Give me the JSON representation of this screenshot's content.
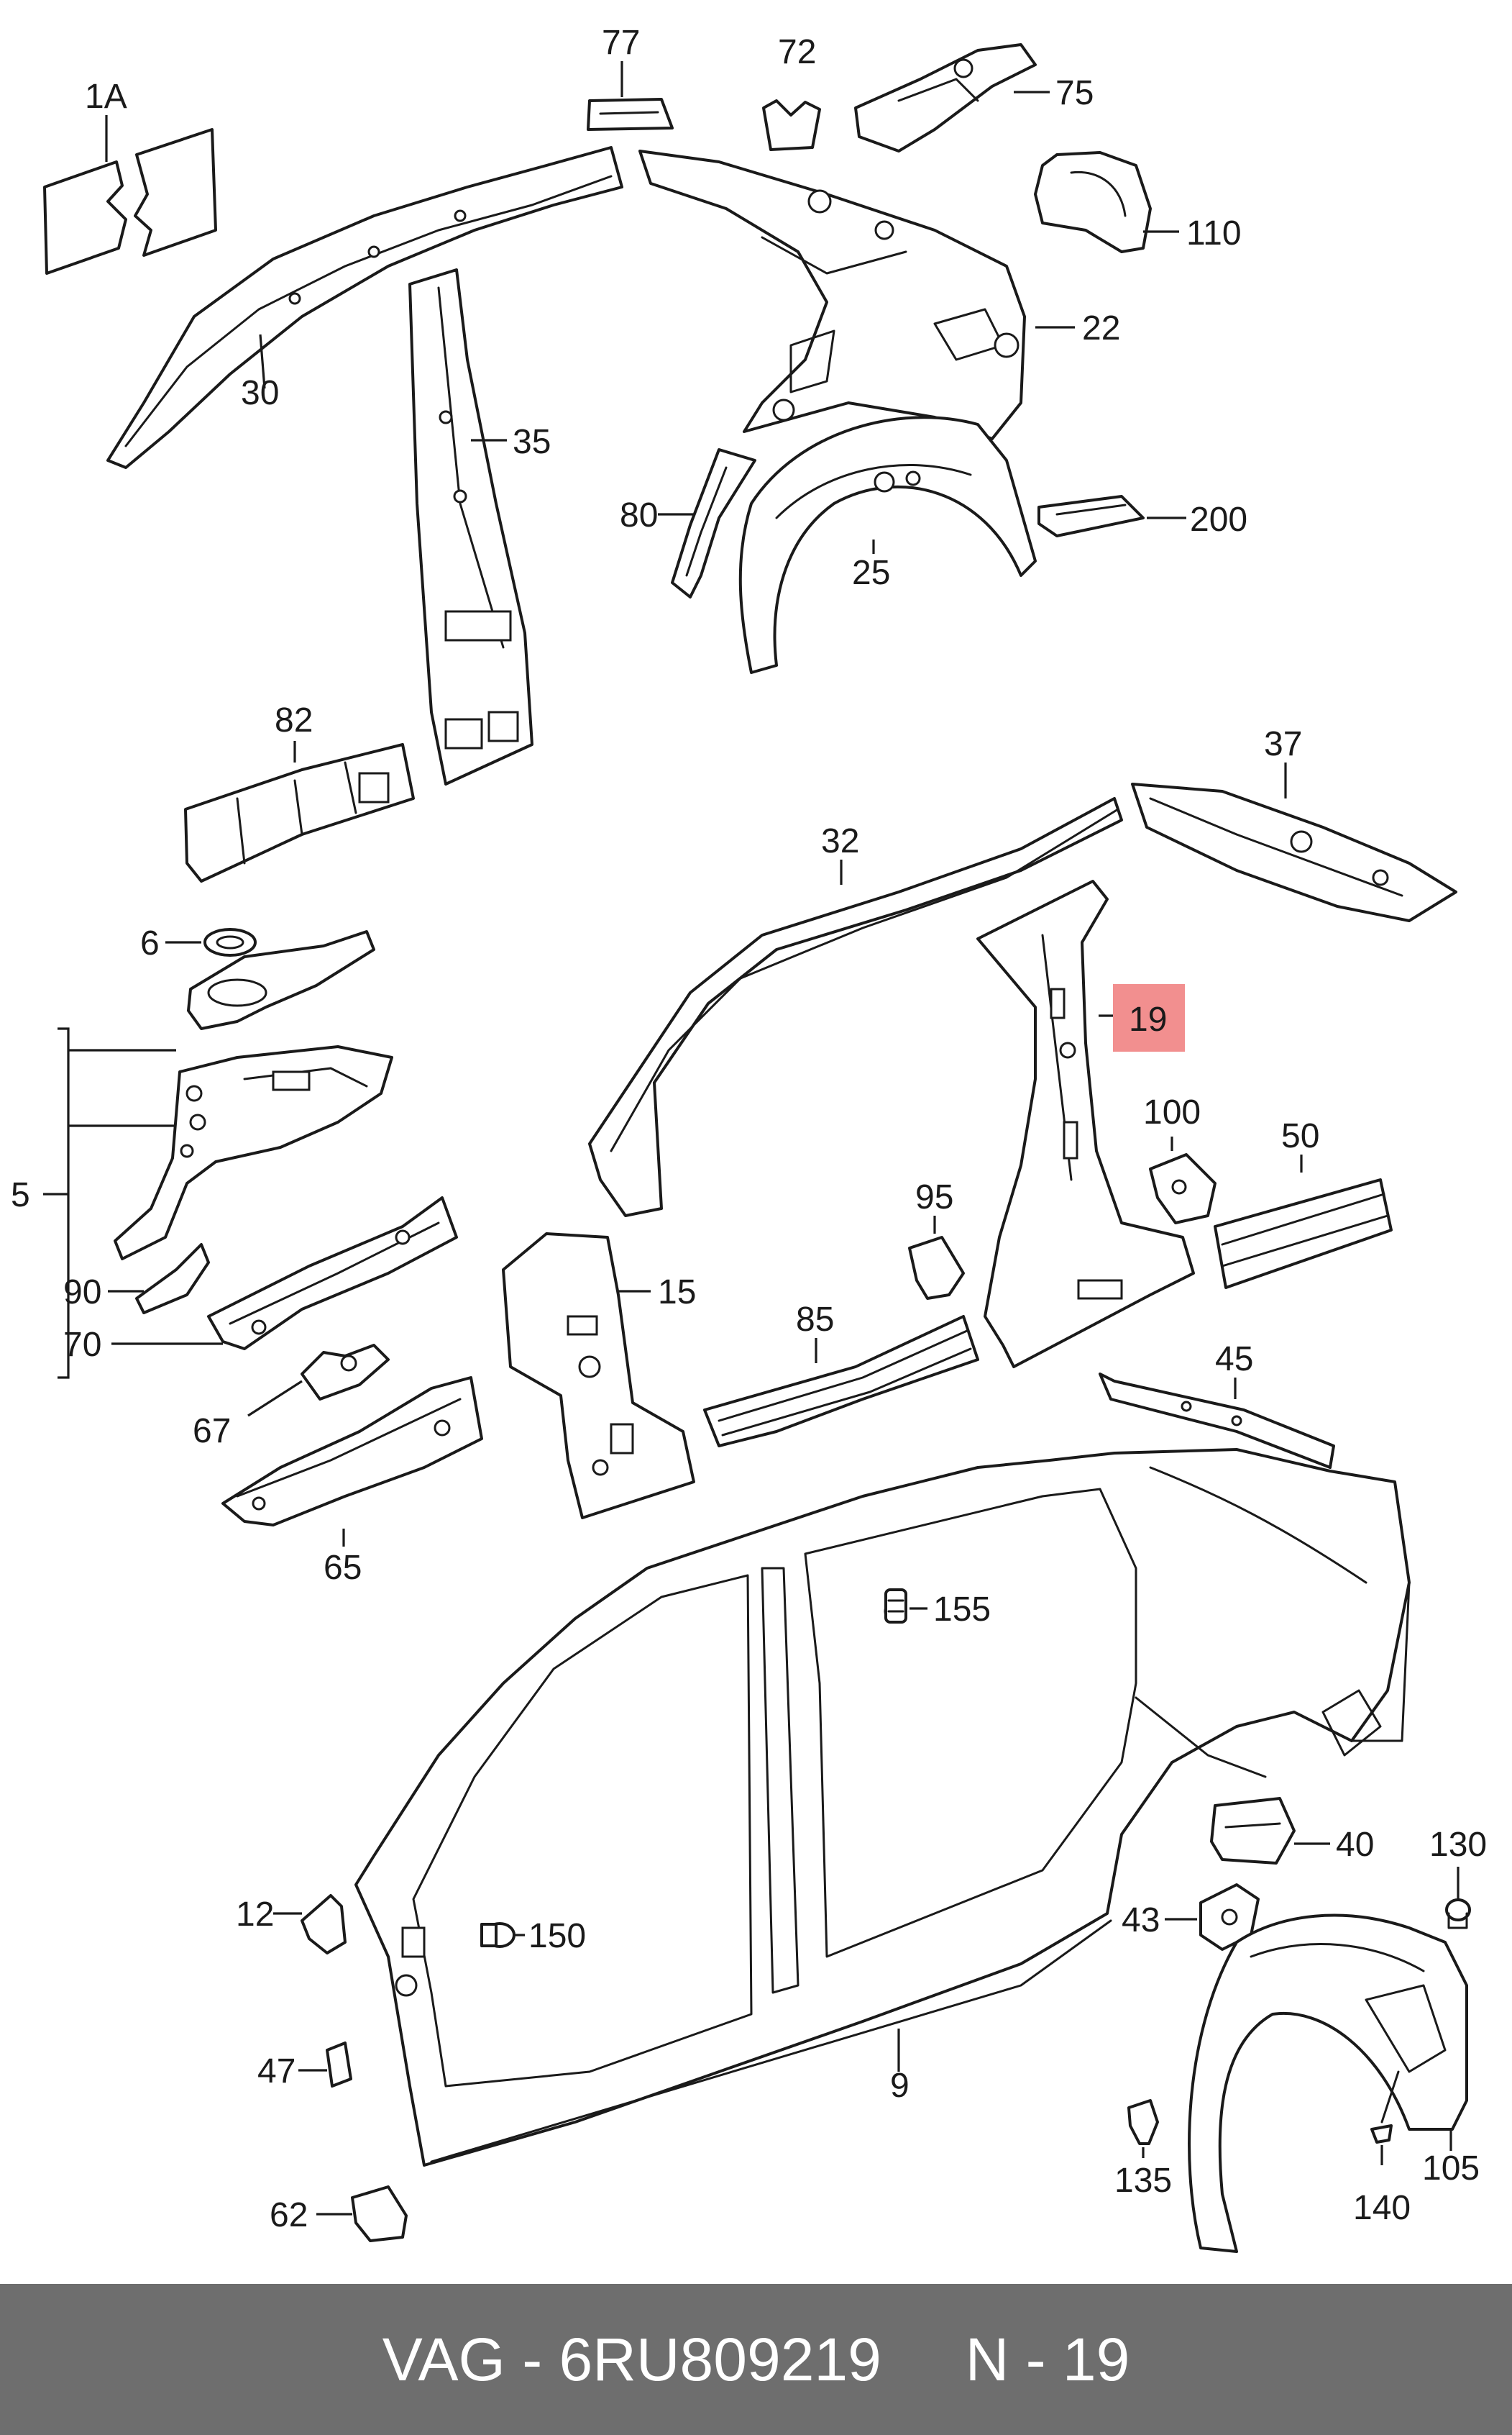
{
  "labels": {
    "p1a": "1A",
    "p77": "77",
    "p72": "72",
    "p75": "75",
    "p110": "110",
    "p22": "22",
    "p30": "30",
    "p35": "35",
    "p80": "80",
    "p25": "25",
    "p200": "200",
    "p82": "82",
    "p37": "37",
    "p32": "32",
    "p6": "6",
    "p19": "19",
    "p100": "100",
    "p50": "50",
    "p5": "5",
    "p95": "95",
    "p15": "15",
    "p90": "90",
    "p85": "85",
    "p70": "70",
    "p45": "45",
    "p67": "67",
    "p65": "65",
    "p155": "155",
    "p40": "40",
    "p130": "130",
    "p12": "12",
    "p150": "150",
    "p43": "43",
    "p47": "47",
    "p9": "9",
    "p135": "135",
    "p62": "62",
    "p140": "140",
    "p105": "105"
  },
  "highlight": {
    "part": "19",
    "color": "#f28f8f"
  },
  "footer": {
    "brand": "VAG",
    "sep": " - ",
    "part_number": "6RU809219",
    "gap": "     ",
    "position": "N - 19"
  },
  "colors": {
    "footer_bg": "#6e6e6e",
    "footer_text": "#ffffff",
    "line": "#1a1a1a"
  }
}
